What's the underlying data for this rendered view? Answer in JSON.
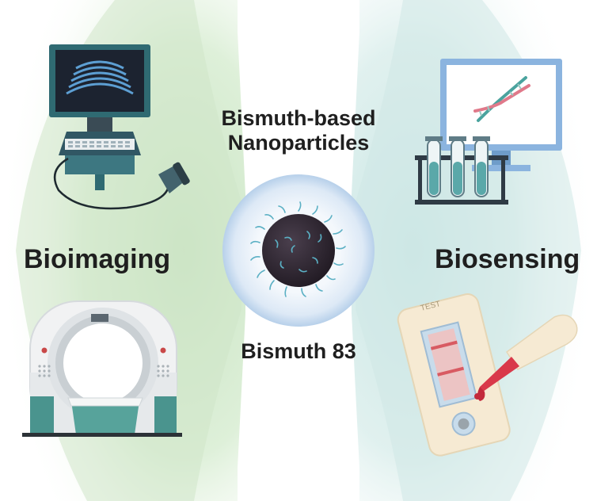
{
  "center": {
    "title_line1": "Bismuth-based",
    "title_line2": "Nanoparticles",
    "element_label": "Bismuth 83"
  },
  "left": {
    "label": "Bioimaging"
  },
  "right": {
    "label": "Biosensing"
  },
  "strip": {
    "test_text": "TEST"
  },
  "colors": {
    "left_fan": "#cfe6c9",
    "right_fan": "#cfe8e6",
    "halo": "#b9d3ec",
    "particle": "#2e2630",
    "accent_teal": "#4aa39e",
    "accent_red": "#d9394a",
    "monitor_blue": "#8bb4df"
  },
  "icons": [
    "ultrasound-machine-icon",
    "ct-scanner-icon",
    "dna-monitor-icon",
    "test-tubes-icon",
    "test-strip-icon",
    "dropper-icon",
    "nanoparticle-icon"
  ]
}
